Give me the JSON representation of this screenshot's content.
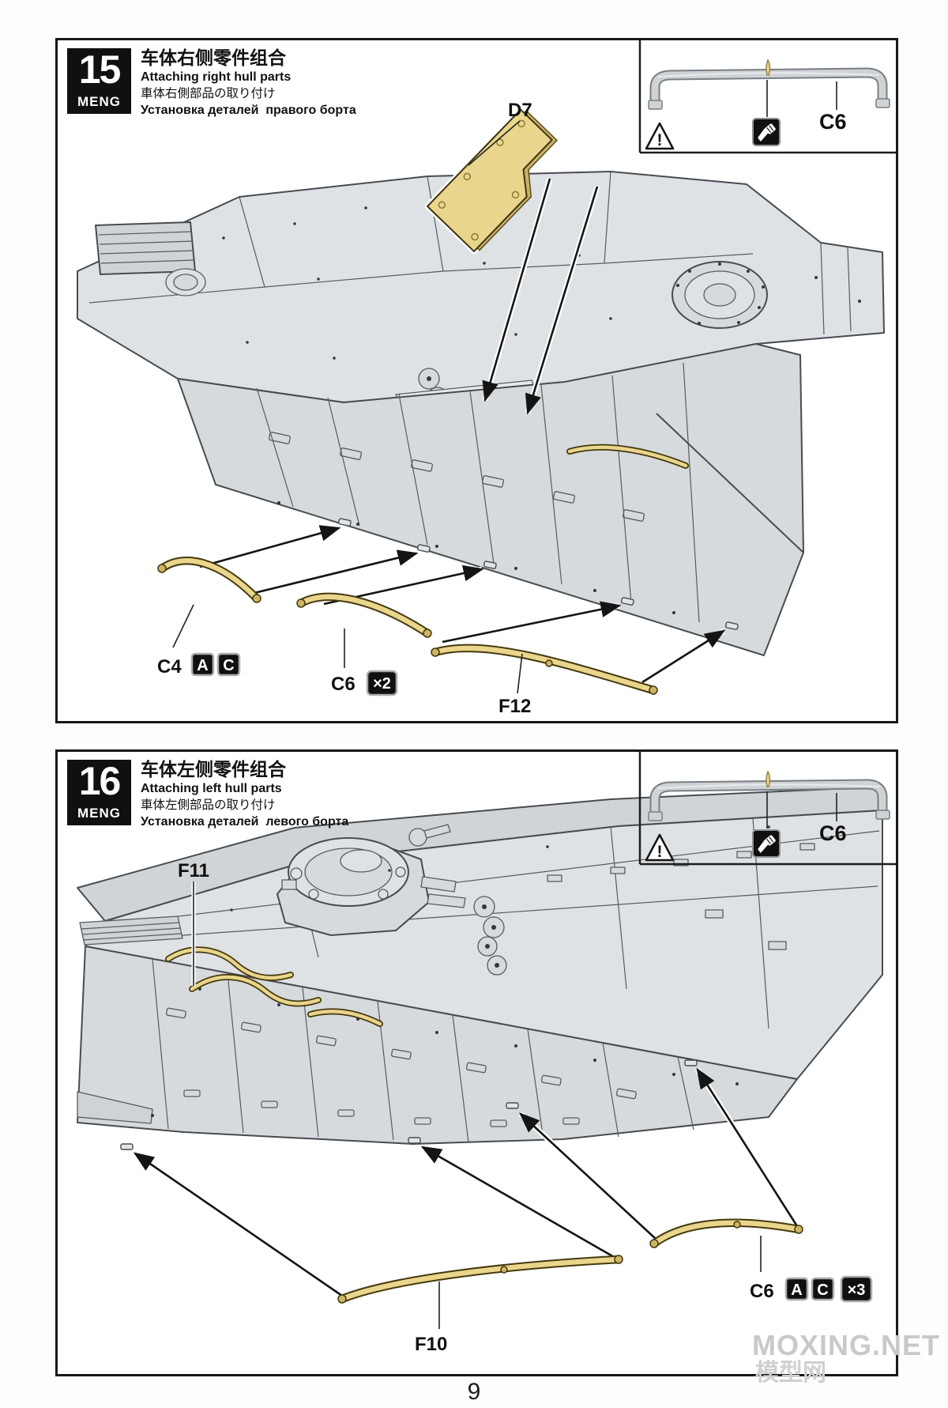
{
  "page": {
    "number": "9",
    "watermark_line1": "MOXING.NET",
    "watermark_line2": "模型网"
  },
  "steps": [
    {
      "number": "15",
      "brand": "MENG",
      "title_zh": "车体右侧零件组合",
      "title_en": "Attaching right hull parts",
      "title_ja": "車体右側部品の取り付け",
      "title_ru": "Установка деталей  правого борта",
      "inset": {
        "part": "C6",
        "warning": "!"
      },
      "callouts": {
        "d7": "D7",
        "c4": "C4",
        "c4_badge_a": "A",
        "c4_badge_c": "C",
        "c6": "C6",
        "c6_qty": "×2",
        "f12": "F12"
      }
    },
    {
      "number": "16",
      "brand": "MENG",
      "title_zh": "车体左侧零件组合",
      "title_en": "Attaching left hull parts",
      "title_ja": "車体左側部品の取り付け",
      "title_ru": "Установка деталей  левого борта",
      "inset": {
        "part": "C6",
        "warning": "!"
      },
      "callouts": {
        "f11": "F11",
        "c6": "C6",
        "c6_badge_a": "A",
        "c6_badge_c": "C",
        "c6_qty": "×3",
        "f10": "F10"
      }
    }
  ],
  "colors": {
    "part_yellow": "#e9d68c",
    "hull_gray": "#dee2e5",
    "border_black": "#181818",
    "watermark_gray": "#c7c9cb"
  }
}
